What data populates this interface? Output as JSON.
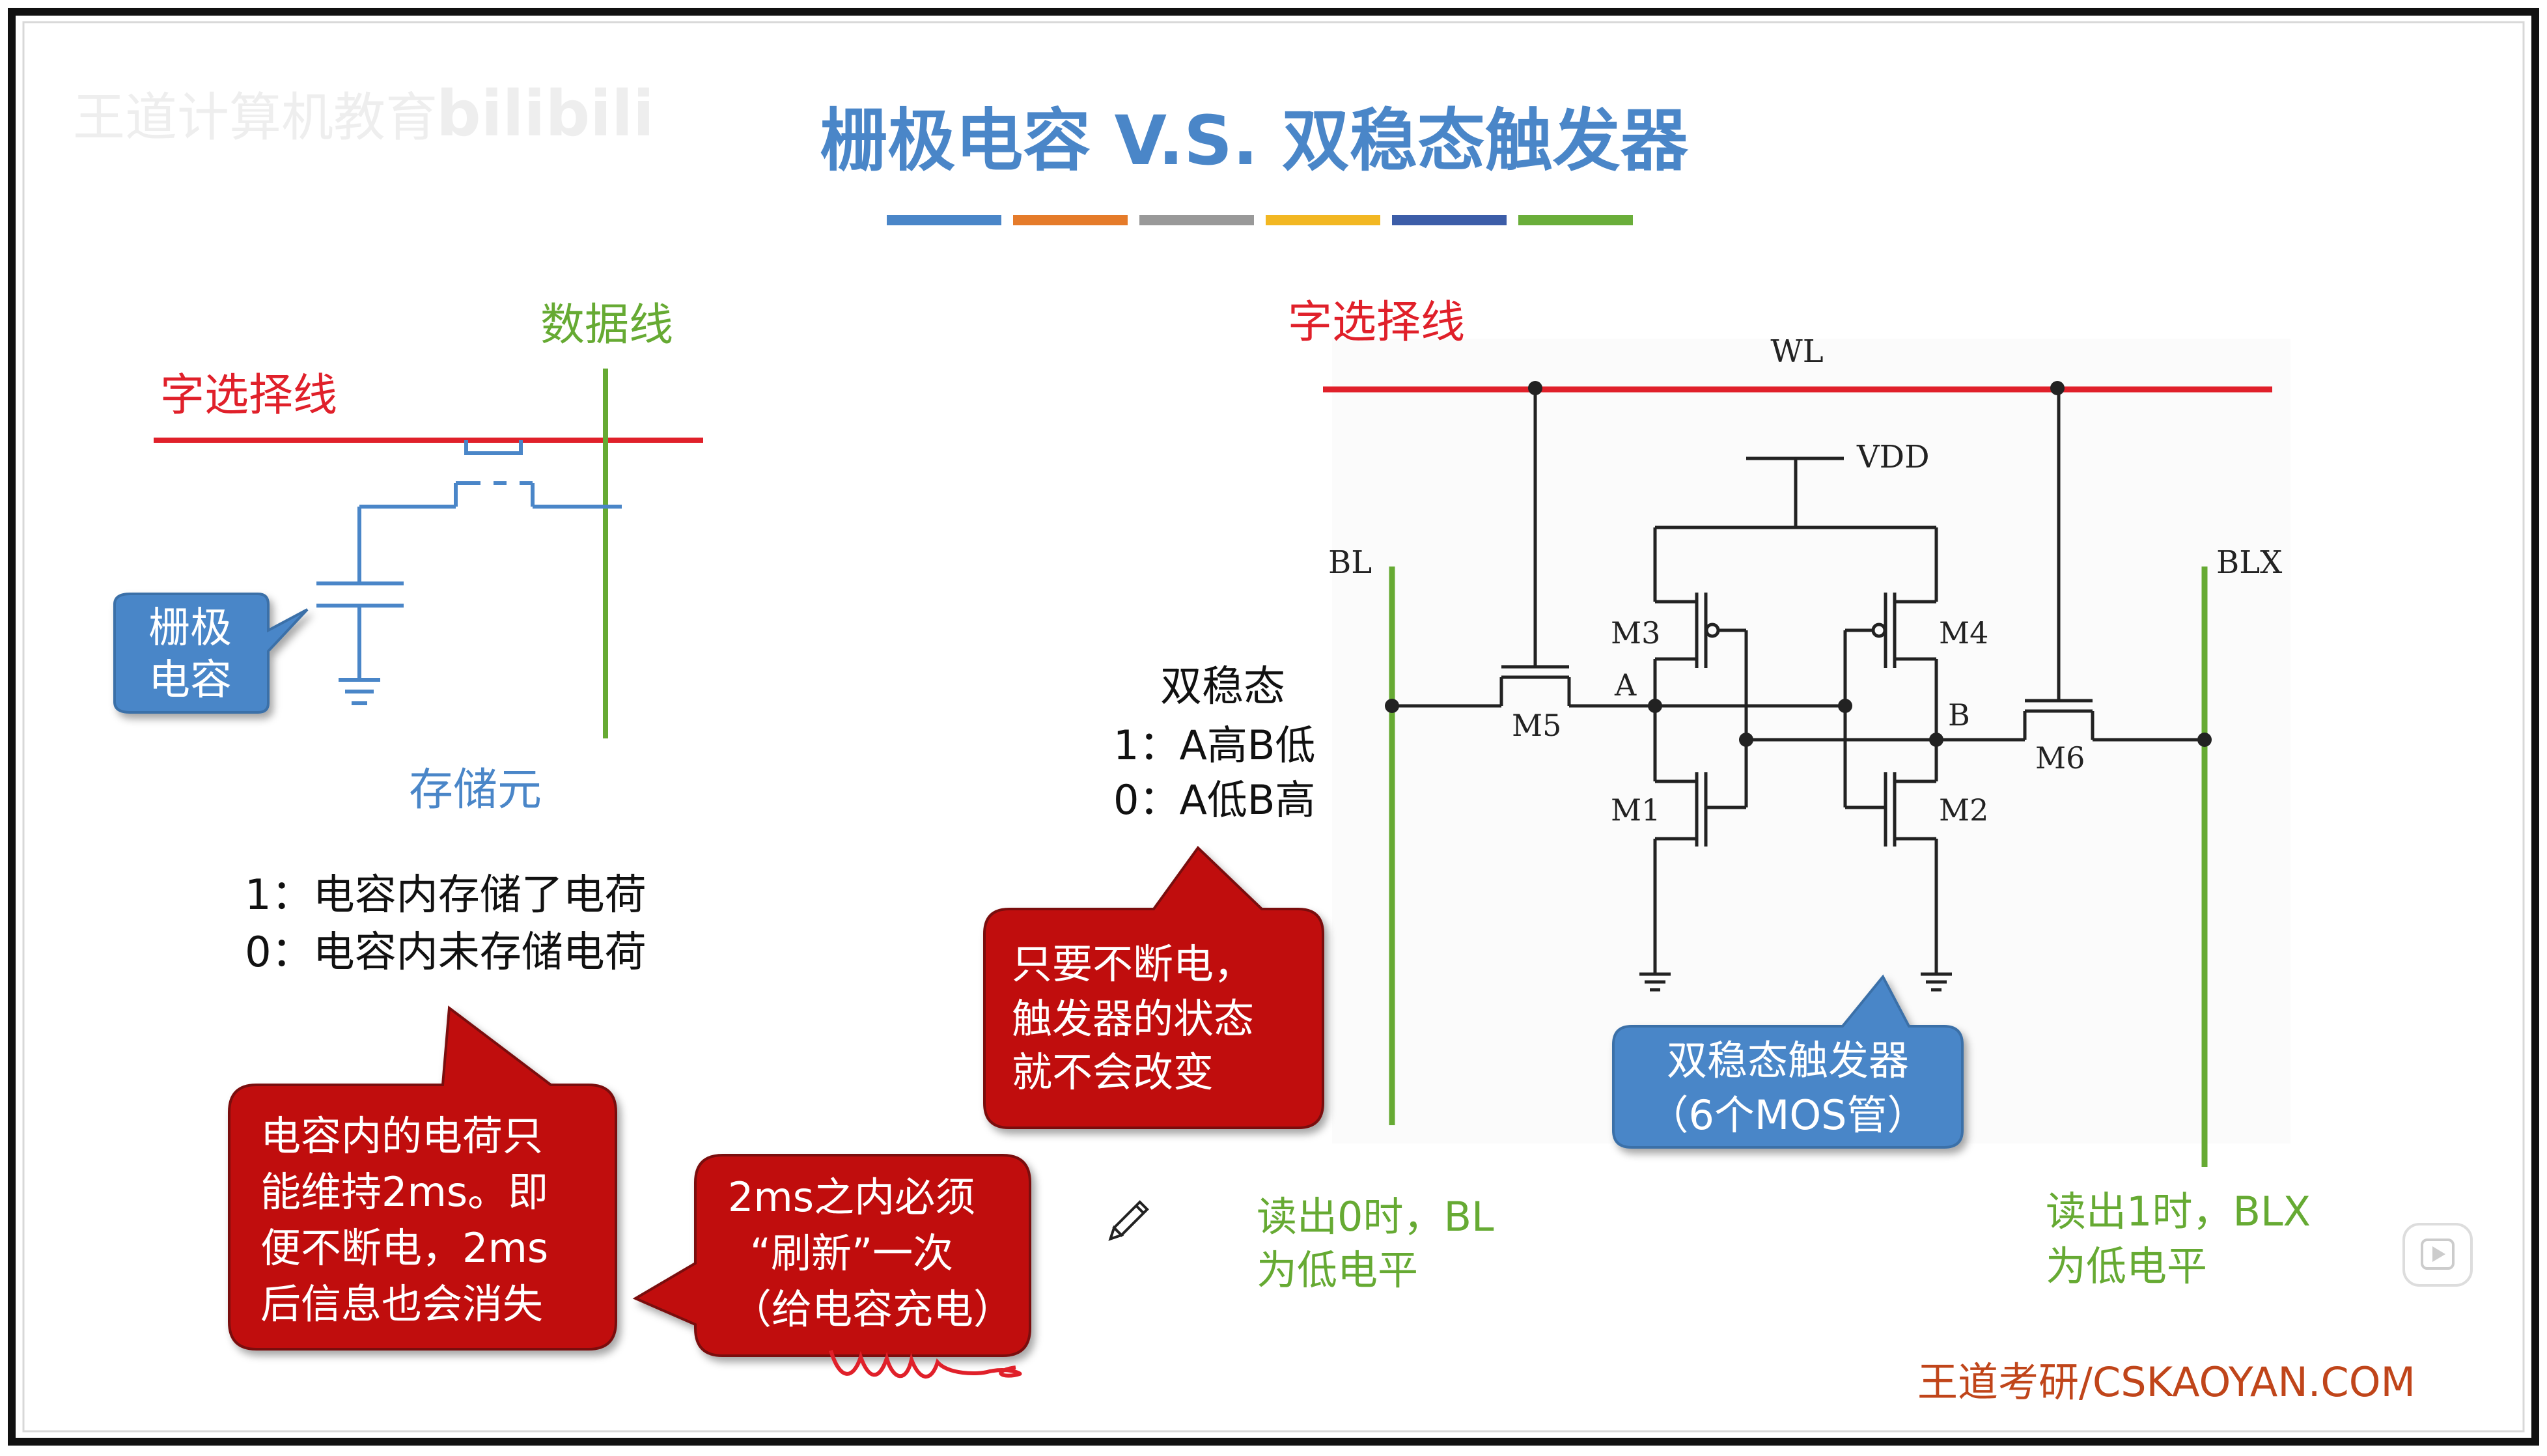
{
  "watermark": {
    "text": "王道计算机教育",
    "brand": "bilibili"
  },
  "title": "栅极电容 V.S. 双稳态触发器",
  "title_underline_colors": [
    "#4A86C8",
    "#E57B2A",
    "#999999",
    "#F2B722",
    "#3C5DA8",
    "#6AAE3A"
  ],
  "colors": {
    "red": "#E0202A",
    "green": "#66AA33",
    "blue_box": "#4A86C8",
    "red_box": "#C01010",
    "title": "#4A86C8"
  },
  "left": {
    "data_line_label": "数据线",
    "word_line_label": "字选择线",
    "gate_cap_label": [
      "栅极",
      "电容"
    ],
    "storage_unit_label": "存储元",
    "states": [
      "1：电容内存储了电荷",
      "0：电容内未存储电荷"
    ],
    "bubble_decay": [
      "电容内的电荷只",
      "能维持2ms。即",
      "便不断电，2ms",
      "后信息也会消失"
    ],
    "bubble_refresh": [
      "2ms之内必须",
      "“刷新”一次",
      "（给电容充电）"
    ]
  },
  "right": {
    "word_line_label": "字选择线",
    "wl": "WL",
    "vdd": "VDD",
    "bl": "BL",
    "blx": "BLX",
    "bistable_title": "双稳态",
    "bistable_states": [
      "1：A高B低",
      "0：A低B高"
    ],
    "transistors": [
      "M1",
      "M2",
      "M3",
      "M4",
      "M5",
      "M6"
    ],
    "nodes": [
      "A",
      "B"
    ],
    "bubble_keep": [
      "只要不断电，",
      "触发器的状态",
      "就不会改变"
    ],
    "flipflop_box": [
      "双稳态触发器",
      "（6个MOS管）"
    ],
    "read0": [
      "读出0时，BL",
      "为低电平"
    ],
    "read1": [
      "读出1时，BLX",
      "为低电平"
    ]
  },
  "footer": "王道考研/CSKAOYAN.COM",
  "icons": {
    "pencil": "pencil-icon",
    "play": "play-icon"
  }
}
